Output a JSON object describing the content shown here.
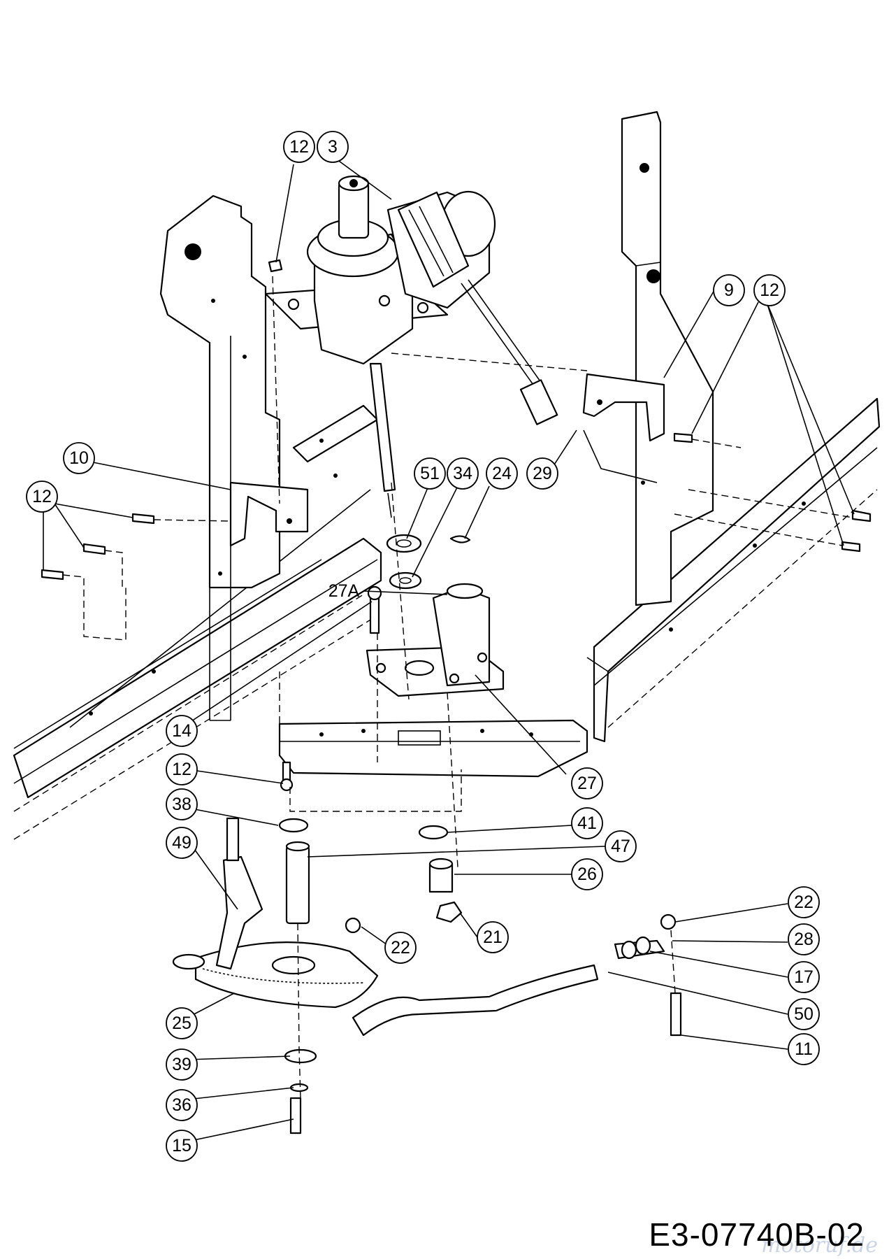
{
  "drawing_code": "E3-07740B-02",
  "watermark": "motoruf.de",
  "callouts": [
    {
      "id": "c12a",
      "label": "12"
    },
    {
      "id": "c3",
      "label": "3"
    },
    {
      "id": "c9",
      "label": "9"
    },
    {
      "id": "c12b",
      "label": "12"
    },
    {
      "id": "c10",
      "label": "10"
    },
    {
      "id": "c12c",
      "label": "12"
    },
    {
      "id": "c51",
      "label": "51"
    },
    {
      "id": "c34",
      "label": "34"
    },
    {
      "id": "c24",
      "label": "24"
    },
    {
      "id": "c29",
      "label": "29"
    },
    {
      "id": "c27A",
      "label": "27A"
    },
    {
      "id": "c14",
      "label": "14"
    },
    {
      "id": "c27",
      "label": "27"
    },
    {
      "id": "c12d",
      "label": "12"
    },
    {
      "id": "c38",
      "label": "38"
    },
    {
      "id": "c41",
      "label": "41"
    },
    {
      "id": "c49",
      "label": "49"
    },
    {
      "id": "c47",
      "label": "47"
    },
    {
      "id": "c26",
      "label": "26"
    },
    {
      "id": "c22a",
      "label": "22"
    },
    {
      "id": "c28",
      "label": "28"
    },
    {
      "id": "c21",
      "label": "21"
    },
    {
      "id": "c22b",
      "label": "22"
    },
    {
      "id": "c17",
      "label": "17"
    },
    {
      "id": "c25",
      "label": "25"
    },
    {
      "id": "c50",
      "label": "50"
    },
    {
      "id": "c39",
      "label": "39"
    },
    {
      "id": "c11",
      "label": "11"
    },
    {
      "id": "c36",
      "label": "36"
    },
    {
      "id": "c15",
      "label": "15"
    }
  ]
}
